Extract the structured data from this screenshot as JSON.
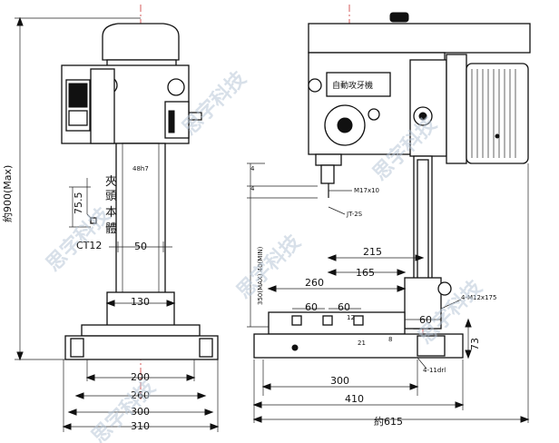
{
  "left_view": {
    "overall_height": "約900(Max)",
    "label_chuck_lines": [
      "夾",
      "頭",
      "本",
      "體"
    ],
    "taper_label": "48h7",
    "dim_755": "75.5",
    "ct_label": "CT12",
    "dim_50": "50",
    "dim_130": "130",
    "dim_200": "200",
    "dim_260": "260",
    "dim_300": "300",
    "dim_310": "310"
  },
  "right_view": {
    "panel_label": "自動攻牙機",
    "dim_4_a": "4",
    "dim_4_b": "4",
    "thread_label": "M17x10",
    "jt_label": "JT-2S",
    "vertical_range": "350(MAX) 40(MIN)",
    "dim_215": "215",
    "dim_260": "260",
    "dim_165": "165",
    "dim_60a": "60",
    "dim_60b": "60",
    "dim_12": "12",
    "dim_21": "21",
    "dim_8": "8",
    "dim_60c": "60",
    "bolt_label": "4-M12x175",
    "dim_73": "73",
    "hole_label": "4-11drl",
    "dim_300": "300",
    "dim_410": "410",
    "dim_615": "約615"
  },
  "watermark": "思字科技"
}
